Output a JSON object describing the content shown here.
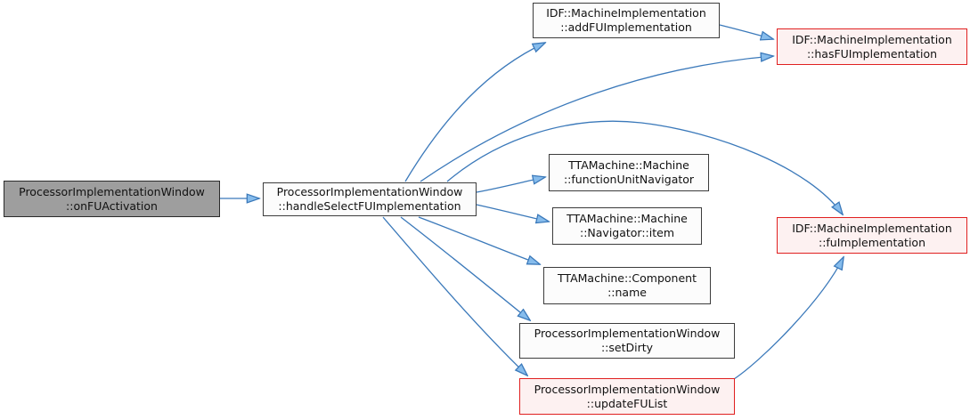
{
  "diagram": {
    "type": "call-graph",
    "nodes": {
      "onFUActivation": {
        "line1": "ProcessorImplementationWindow",
        "line2": "::onFUActivation",
        "style": "current"
      },
      "handleSelectFUImplementation": {
        "line1": "ProcessorImplementationWindow",
        "line2": "::handleSelectFUImplementation",
        "style": "normal"
      },
      "addFUImplementation": {
        "line1": "IDF::MachineImplementation",
        "line2": "::addFUImplementation",
        "style": "normal"
      },
      "hasFUImplementation": {
        "line1": "IDF::MachineImplementation",
        "line2": "::hasFUImplementation",
        "style": "highlighted"
      },
      "functionUnitNavigator": {
        "line1": "TTAMachine::Machine",
        "line2": "::functionUnitNavigator",
        "style": "normal"
      },
      "navigatorItem": {
        "line1": "TTAMachine::Machine",
        "line2": "::Navigator::item",
        "style": "normal"
      },
      "componentName": {
        "line1": "TTAMachine::Component",
        "line2": "::name",
        "style": "normal"
      },
      "setDirty": {
        "line1": "ProcessorImplementationWindow",
        "line2": "::setDirty",
        "style": "normal"
      },
      "updateFUList": {
        "line1": "ProcessorImplementationWindow",
        "line2": "::updateFUList",
        "style": "highlighted"
      },
      "fuImplementation": {
        "line1": "IDF::MachineImplementation",
        "line2": "::fuImplementation",
        "style": "highlighted"
      }
    },
    "edges": [
      {
        "from": "onFUActivation",
        "to": "handleSelectFUImplementation"
      },
      {
        "from": "handleSelectFUImplementation",
        "to": "addFUImplementation"
      },
      {
        "from": "addFUImplementation",
        "to": "hasFUImplementation"
      },
      {
        "from": "handleSelectFUImplementation",
        "to": "hasFUImplementation"
      },
      {
        "from": "handleSelectFUImplementation",
        "to": "functionUnitNavigator"
      },
      {
        "from": "handleSelectFUImplementation",
        "to": "navigatorItem"
      },
      {
        "from": "handleSelectFUImplementation",
        "to": "componentName"
      },
      {
        "from": "handleSelectFUImplementation",
        "to": "setDirty"
      },
      {
        "from": "handleSelectFUImplementation",
        "to": "updateFUList"
      },
      {
        "from": "handleSelectFUImplementation",
        "to": "fuImplementation"
      },
      {
        "from": "updateFUList",
        "to": "fuImplementation"
      }
    ],
    "colors": {
      "background": "#ffffff",
      "node_fill": "#fcfcfc",
      "node_border": "#3c3c3c",
      "current_node_fill": "#9e9e9e",
      "highlighted_fill": "#fdf1f1",
      "highlighted_border": "#e02020",
      "edge": "#3b79ba",
      "arrowhead_fill": "#86bcec",
      "text": "#111111"
    }
  }
}
